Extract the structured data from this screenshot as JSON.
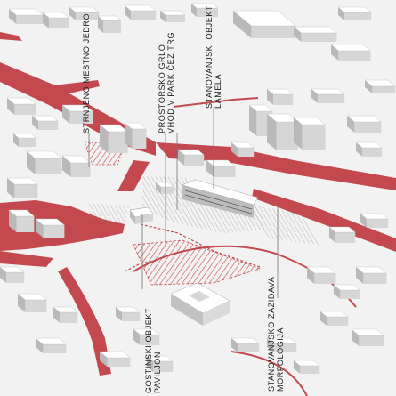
{
  "colors": {
    "accent": "#c4494e",
    "ground": "#f2f2f2",
    "building_top": "#ffffff",
    "building_side": "#c9c9c9",
    "leader": "#777777"
  },
  "labels": [
    {
      "id": "okrozje",
      "lines": [
        "STRNJENO MESTNO JEDRO"
      ]
    },
    {
      "id": "park",
      "lines": [
        "PROSTORSKO GRLO",
        "VHOD V PARK ČEZ TRG"
      ]
    },
    {
      "id": "lamela",
      "lines": [
        "STANOVANJSKI OBJEKT",
        "LAMELA"
      ]
    },
    {
      "id": "paviljon",
      "lines": [
        "GOSTINSKI OBJEKT",
        "PAVILJON"
      ]
    },
    {
      "id": "zazidava",
      "lines": [
        "STANOVANJSKO ZAZIDAVA",
        "MORFOLOGIJA"
      ]
    }
  ]
}
